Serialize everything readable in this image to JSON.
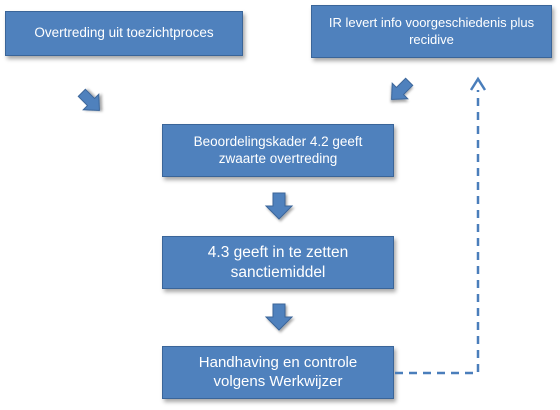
{
  "diagram": {
    "nodes": [
      {
        "id": "overtreding",
        "text": "Overtreding  uit toezichtproces"
      },
      {
        "id": "ir-info",
        "text": "IR levert info voorgeschiedenis plus\nrecidive"
      },
      {
        "id": "beoordelingskader",
        "text": "Beoordelingskader 4.2 geeft\nzwaarte overtreding"
      },
      {
        "id": "sanctiemiddel",
        "text": "4.3 geeft in te zetten\nsanctiemiddel"
      },
      {
        "id": "handhaving",
        "text": "Handhaving en controle\nvolgens Werkwijzer"
      }
    ],
    "edges": [
      {
        "from": "overtreding",
        "to": "beoordelingskader",
        "style": "block-arrow"
      },
      {
        "from": "ir-info",
        "to": "beoordelingskader",
        "style": "block-arrow"
      },
      {
        "from": "beoordelingskader",
        "to": "sanctiemiddel",
        "style": "block-arrow"
      },
      {
        "from": "sanctiemiddel",
        "to": "handhaving",
        "style": "block-arrow"
      },
      {
        "from": "handhaving",
        "to": "ir-info",
        "style": "dashed-arrow"
      }
    ],
    "colors": {
      "box_fill": "#4f81bd",
      "box_border": "#3a6599",
      "box_text": "#ffffff",
      "arrow_fill": "#4f81bd",
      "arrow_stroke": "#3a6599",
      "dashed_line": "#4a7ebb"
    }
  }
}
